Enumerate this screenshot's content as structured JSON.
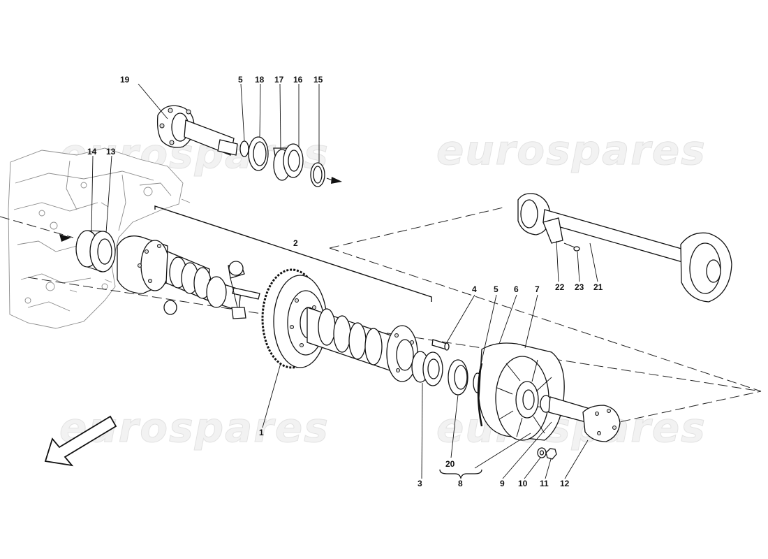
{
  "watermark": {
    "text": "eurospares"
  },
  "callouts": {
    "c1": "1",
    "c2": "2",
    "c3": "3",
    "c4": "4",
    "c5a": "5",
    "c5b": "5",
    "c6": "6",
    "c7": "7",
    "c8": "8",
    "c9": "9",
    "c10": "10",
    "c11": "11",
    "c12": "12",
    "c13": "13",
    "c14": "14",
    "c15": "15",
    "c16": "16",
    "c17": "17",
    "c18": "18",
    "c19": "19",
    "c20": "20",
    "c21": "21",
    "c22": "22",
    "c23": "23"
  },
  "colors": {
    "line": "#111111",
    "housing": "#8a8a8a",
    "watermark_fill": "#f2f2f2",
    "background": "#ffffff"
  },
  "icons": {
    "direction": "front-direction-arrow-icon"
  }
}
